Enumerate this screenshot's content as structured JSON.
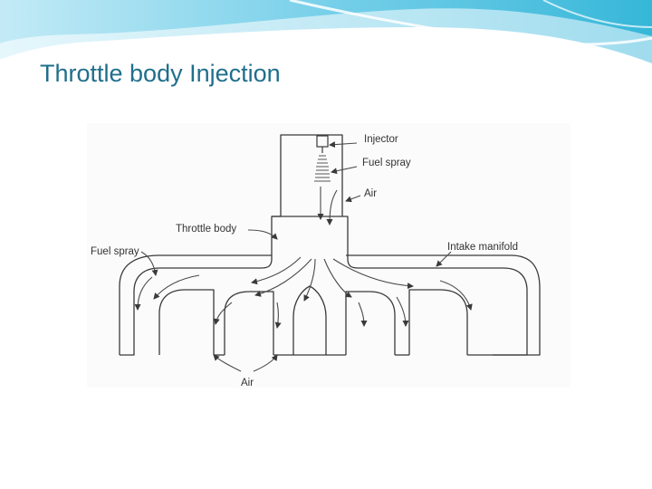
{
  "slide": {
    "title": "Throttle body Injection",
    "accent_colors": [
      "#2bb3d6",
      "#7fd3ea",
      "#cfeff8"
    ],
    "title_color": "#1f6f8b"
  },
  "diagram": {
    "labels": {
      "injector": "Injector",
      "fuel_spray_top": "Fuel spray",
      "air_top": "Air",
      "throttle_body": "Throttle body",
      "fuel_spray_left": "Fuel spray",
      "intake_manifold": "Intake manifold",
      "air_bottom": "Air"
    }
  }
}
